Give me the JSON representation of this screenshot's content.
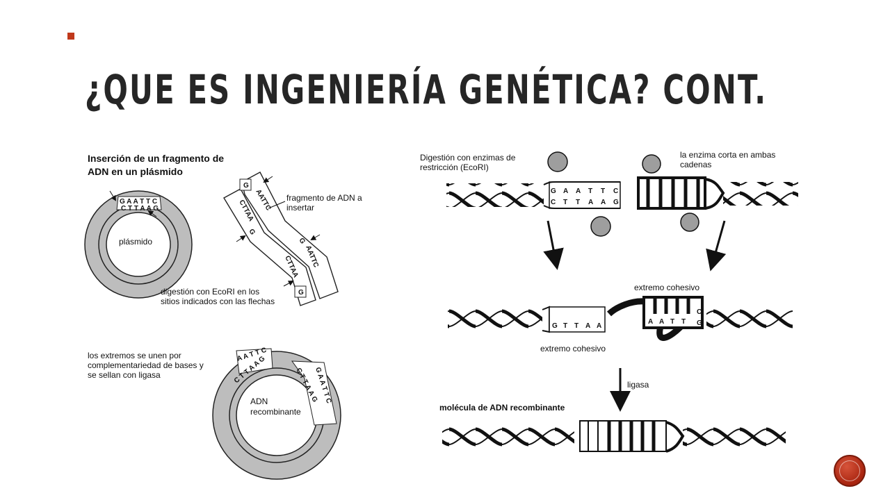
{
  "slide": {
    "title": "¿QUE ES INGENIERÍA GENÉTICA? CONT."
  },
  "left_diagram": {
    "heading_line1": "Inserción de un fragmento de",
    "heading_line2": "ADN en un plásmido",
    "plasmid_label": "plásmido",
    "plasmid_top_seq": "G A A T T C",
    "plasmid_bottom_seq": "C T T A A G",
    "fragment_label_line1": "fragmento de ADN a",
    "fragment_label_line2": "insertar",
    "digestion_line1": "digestión con EcoRI en los",
    "digestion_line2": "sitios indicados con las flechas",
    "join_line1": "los extremos se unen por",
    "join_line2": "complementariedad de bases y",
    "join_line3": "se sellan con ligasa",
    "recombinant_line1": "ADN",
    "recombinant_line2": "recombinante"
  },
  "right_diagram": {
    "step1_line1": "Digestión con enzimas de",
    "step1_line2": "restricción (EcoRI)",
    "enzyme_cut_line1": "la enzima corta en ambas",
    "enzyme_cut_line2": "cadenas",
    "sticky_end_top": "extremo cohesivo",
    "sticky_end_bottom": "extremo cohesivo",
    "ligase": "ligasa",
    "recombinant_molecule": "molécula de ADN recombinante",
    "site_top": [
      "G",
      "A",
      "A",
      "T",
      "T",
      "C"
    ],
    "site_bottom": [
      "C",
      "T",
      "T",
      "A",
      "A",
      "G"
    ]
  },
  "colors": {
    "accent": "#c0391b",
    "title": "#262626",
    "plasmid_ring": "#bdbdbd"
  }
}
